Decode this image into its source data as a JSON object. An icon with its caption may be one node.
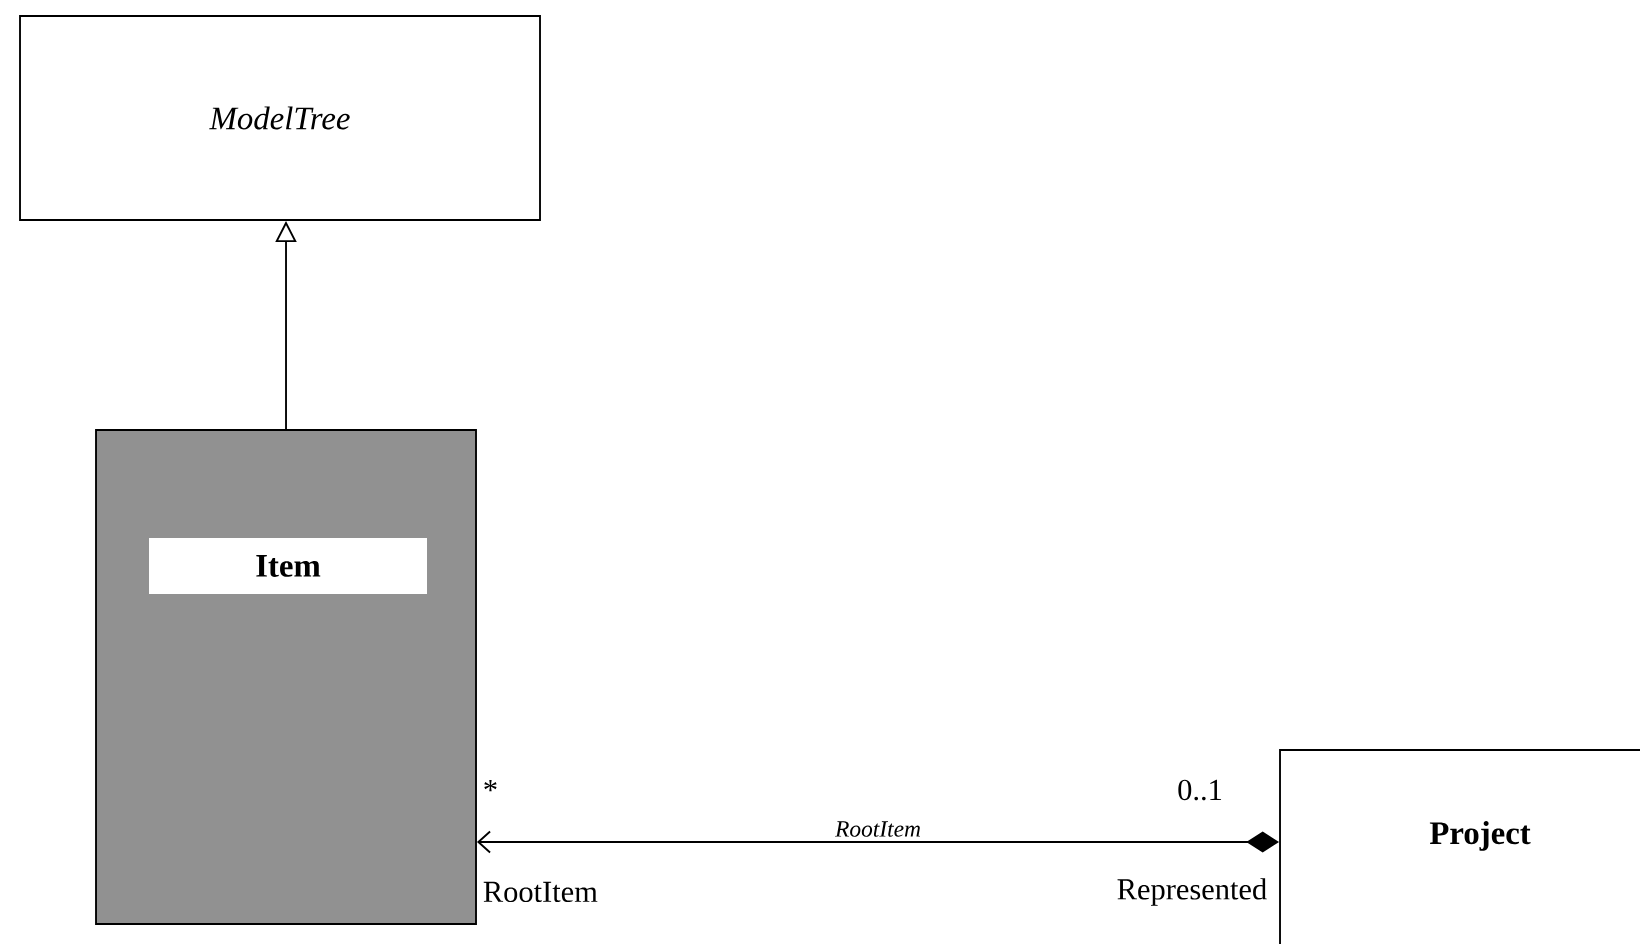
{
  "diagram": {
    "nodes": [
      {
        "text": [
          "ModelTree"
        ]
      },
      {
        "text": [
          "Item"
        ]
      },
      {
        "text": [
          "Project"
        ]
      }
    ],
    "edges": [
      {
        "from": 1,
        "to": 0,
        "arrow": "to"
      },
      {
        "from": 2,
        "to": 1,
        "arrow": "to",
        "label": "RootItem"
      }
    ],
    "labels": [
      "*",
      "RootItem",
      "0..1",
      "Represented"
    ]
  }
}
